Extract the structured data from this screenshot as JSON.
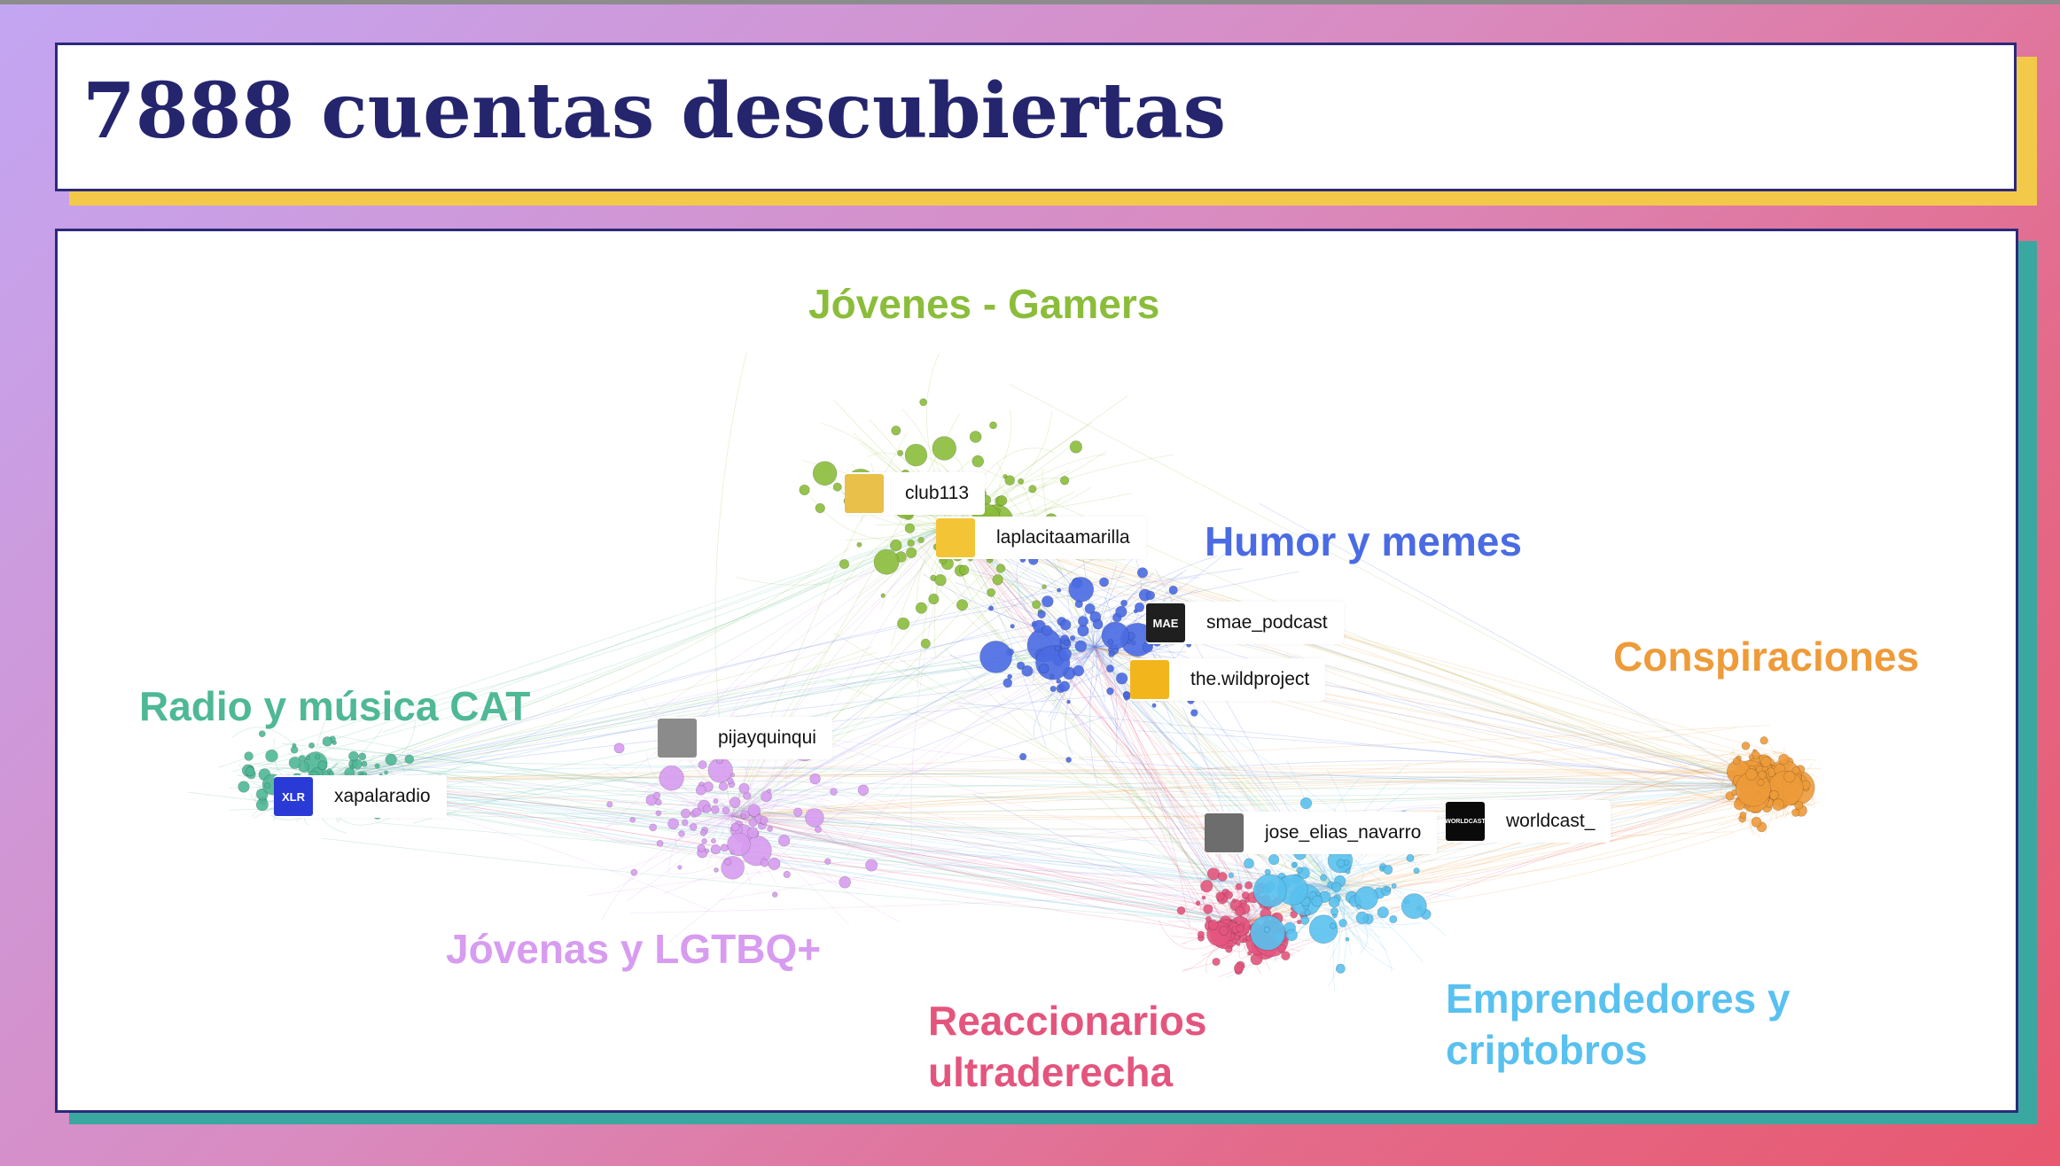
{
  "title": "7888 cuentas descubiertas",
  "clusters": [
    {
      "key": "gamers",
      "label": "Jóvenes - Gamers",
      "color": "#8bbd3b"
    },
    {
      "key": "humor",
      "label": "Humor y memes",
      "color": "#4a6be3"
    },
    {
      "key": "conspiracy",
      "label": "Conspiraciones",
      "color": "#ee9b3a"
    },
    {
      "key": "radio",
      "label": "Radio y música CAT",
      "color": "#4fb896"
    },
    {
      "key": "lgtbq",
      "label": "Jóvenas y LGTBQ+",
      "color": "#d79cf0"
    },
    {
      "key": "reaction",
      "label": "Reaccionarios\nultraderecha",
      "color": "#e4557e"
    },
    {
      "key": "crypto",
      "label": "Emprendedores y\ncriptobros",
      "color": "#59c1ef"
    }
  ],
  "accounts": [
    {
      "name": "club113",
      "avatar_icon": "club113-logo-icon",
      "avatar_color": "#e8c04a"
    },
    {
      "name": "laplacitaamarilla",
      "avatar_icon": "palm-tree-icon",
      "avatar_color": "#f3c536"
    },
    {
      "name": "smae_podcast",
      "avatar_icon": "smae-logo-icon",
      "avatar_color": "#1f1f1f",
      "avatar_text": "MAE"
    },
    {
      "name": "the.wildproject",
      "avatar_icon": "wildproject-logo-icon",
      "avatar_color": "#f2b61c"
    },
    {
      "name": "pijayquinqui",
      "avatar_icon": "profile-photo-icon",
      "avatar_color": "#8b8b8b"
    },
    {
      "name": "xapalaradio",
      "avatar_icon": "xapala-logo-icon",
      "avatar_color": "#2a3ad6",
      "avatar_text": "XLR"
    },
    {
      "name": "jose_elias_navarro",
      "avatar_icon": "profile-photo-icon",
      "avatar_color": "#6d6d6d"
    },
    {
      "name": "worldcast_",
      "avatar_icon": "worldcast-logo-icon",
      "avatar_color": "#0a0a0a",
      "avatar_text": "WORLDCAST"
    }
  ]
}
